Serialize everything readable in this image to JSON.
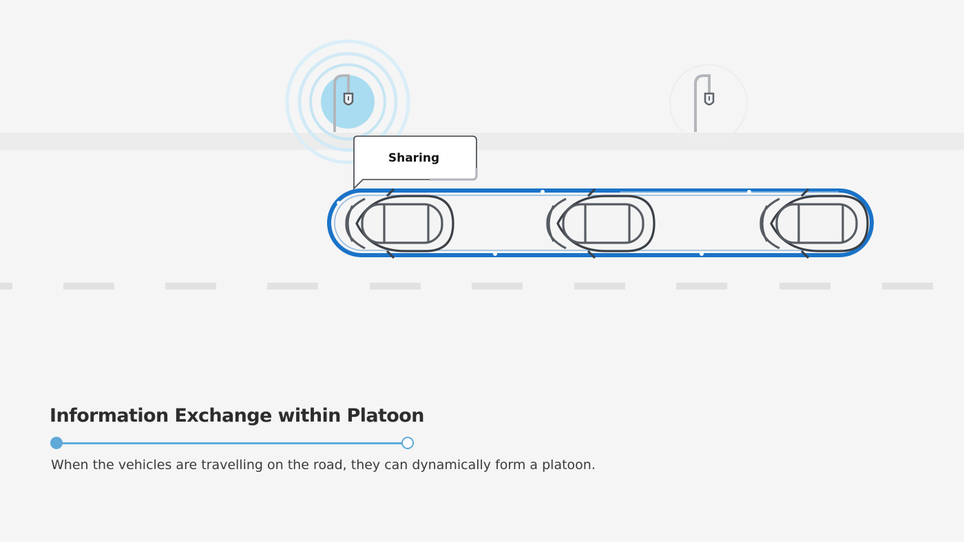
{
  "bubble": {
    "label": "Sharing"
  },
  "caption": {
    "title": "Information Exchange within Platoon",
    "description": "When the vehicles are travelling on the road, they can dynamically form a platoon."
  },
  "progress": {
    "value": 1.0
  },
  "icons": {
    "roadside_unit_active": "roadside-unit-icon",
    "roadside_unit_idle": "roadside-unit-icon",
    "vehicle": "car-top-view-icon"
  },
  "colors": {
    "background": "#f5f5f5",
    "platoon_link": "#1a73c8",
    "signal_active": "#a9dcf0",
    "accent": "#5fa9d9",
    "text": "#2d2d2d"
  }
}
